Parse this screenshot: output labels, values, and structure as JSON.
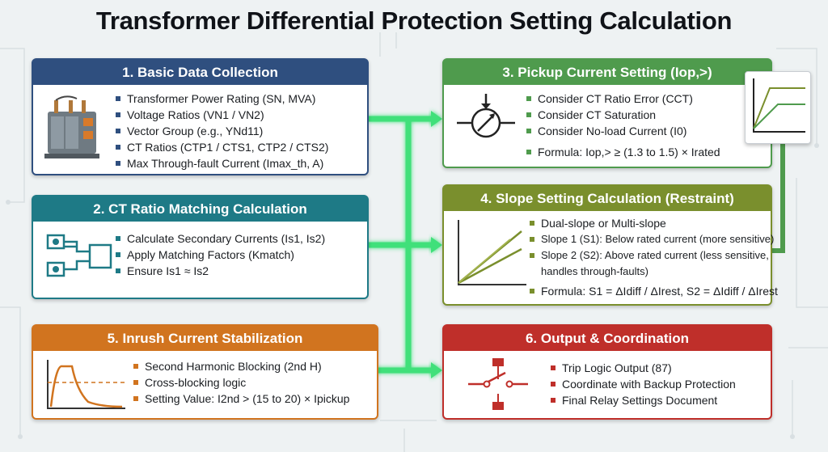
{
  "title": "Transformer Differential Protection Setting Calculation",
  "panels": {
    "p1": {
      "header": "1. Basic Data Collection",
      "items": [
        "Transformer Power Rating (SN, MVA)",
        "Voltage Ratios (VN1 / VN2)",
        "Vector Group (e.g., YNd11)",
        "CT Ratios (CTP1 / CTS1, CTP2 / CTS2)",
        "Max Through-fault Current (Imax_th, A)"
      ]
    },
    "p2": {
      "header": "2. CT Ratio Matching Calculation",
      "items": [
        "Calculate Secondary Currents (Is1, Is2)",
        "Apply Matching Factors (Kmatch)",
        "Ensure Is1 ≈ Is2"
      ]
    },
    "p3": {
      "header": "3. Pickup Current Setting (Iop,>)",
      "items": [
        "Consider CT Ratio Error (CCT)",
        "Consider CT Saturation",
        "Consider No-load Current (I0)",
        "Formula: Iop,> ≥ (1.3 to 1.5) × Irated"
      ]
    },
    "p4": {
      "header": "4. Slope Setting Calculation (Restraint)",
      "items": [
        "Dual-slope or Multi-slope",
        "Slope 1 (S1): Below rated current (more sensitive)",
        "Slope 2 (S2): Above rated current (less sensitive, handles through-faults)",
        "Formula: S1 = ΔIdiff / ΔIrest, S2 = ΔIdiff / ΔIrest"
      ]
    },
    "p5": {
      "header": "5. Inrush Current Stabilization",
      "items": [
        "Second Harmonic Blocking (2nd H)",
        "Cross-blocking logic",
        "Setting Value: I2nd > (15 to 20) × Ipickup"
      ]
    },
    "p6": {
      "header": "6. Output & Coordination",
      "items": [
        "Trip Logic Output (87)",
        "Coordinate with Backup Protection",
        "Final Relay Settings Document"
      ]
    }
  },
  "icons": {
    "p1": "transformer-icon",
    "p2": "ct-matching-block-icon",
    "p3": "ct-measurement-icon",
    "p4": "slope-graph-icon",
    "p5": "inrush-waveform-icon",
    "p6": "relay-contact-icon",
    "side": "characteristic-graph-icon"
  },
  "colors": {
    "p1": "#2f4f7f",
    "p2": "#1e7a86",
    "p3": "#4f9b4d",
    "p4": "#7a8f2d",
    "p5": "#d1741f",
    "p6": "#bf2f2a",
    "connector": "#3fe07a"
  }
}
